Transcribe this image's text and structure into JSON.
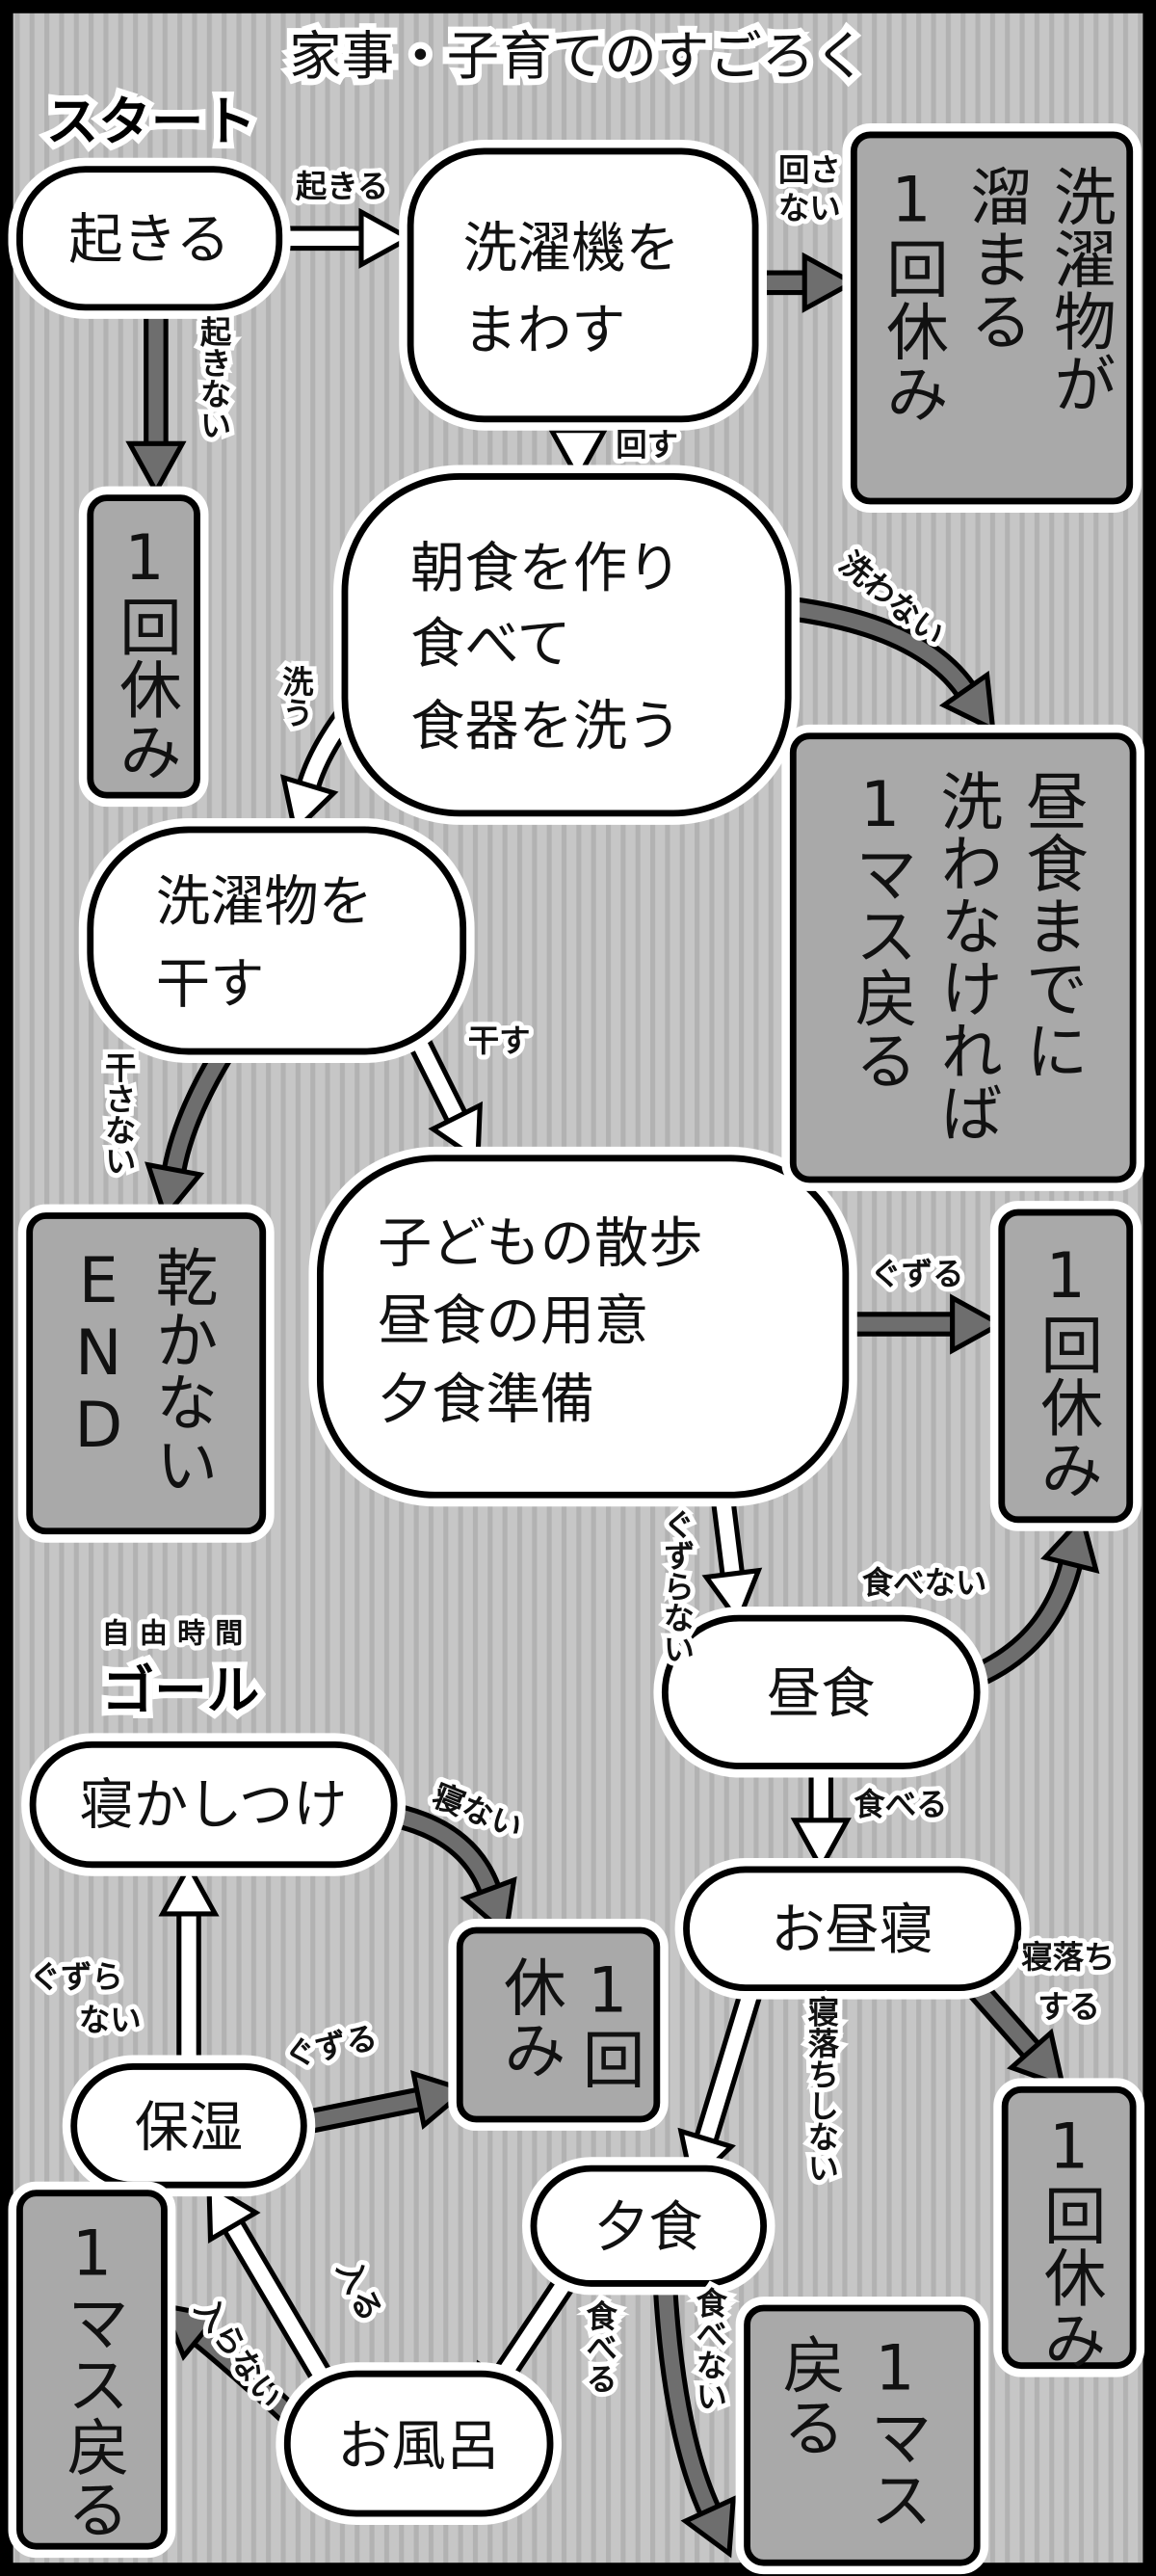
{
  "title": "家事・子育てのすごろく",
  "start_label": "スタート",
  "goal_label": "ゴール",
  "goal_note": "自由時間",
  "colors": {
    "background": "#c6c6c6",
    "stripe": "#b2b2b2",
    "box": "#a9a9a9",
    "gray_arrow": "#6e6e6e"
  },
  "nodes": {
    "wake": "起きる",
    "washer": [
      "洗濯機を",
      "まわす"
    ],
    "breakfast": [
      "朝食を作り",
      "食べて",
      "食器を洗う"
    ],
    "hang": [
      "洗濯物を",
      "干す"
    ],
    "childcare": [
      "子どもの散歩",
      "昼食の用意",
      "夕食準備"
    ],
    "lunch": "昼食",
    "nap": "お昼寝",
    "dinner": "夕食",
    "bath": "お風呂",
    "moisturize": "保湿",
    "bedtime": "寝かしつけ"
  },
  "boxes": {
    "laundry_pile": [
      "洗濯物が",
      "溜まる",
      "1回休み"
    ],
    "rest_wake": [
      "1回休み"
    ],
    "dishes_back": [
      "昼食までに",
      "洗わなければ",
      "1マス戻る"
    ],
    "dry_end": [
      "乾かない",
      "END"
    ],
    "rest_fuss": [
      "1回休み"
    ],
    "rest_nap": [
      "1回休み"
    ],
    "dinner_back": [
      "1マス",
      "戻る"
    ],
    "bath_back": [
      "1マス戻る"
    ],
    "rest_moist": [
      "1回",
      "休み"
    ]
  },
  "labels": {
    "wake_yes": "起きる",
    "wake_no": "起きない",
    "wash_no": [
      "回さ",
      "ない"
    ],
    "wash_yes": "回す",
    "dishes_no": "洗わない",
    "dishes_yes": "洗う",
    "hang_yes": "干す",
    "hang_no": "干さない",
    "fuss": "ぐずる",
    "no_fuss": "ぐずらない",
    "lunch_no": "食べない",
    "lunch_yes": "食べる",
    "nap_sleep": [
      "寝落ち",
      "する"
    ],
    "nap_nosleep": "寝落ちしない",
    "dinner_yes": "食べる",
    "dinner_no": "食べない",
    "bath_no": "入らない",
    "bath_yes": "入る",
    "moist_fuss": "ぐずる",
    "moist_nofuss": [
      "ぐずら",
      "ない"
    ],
    "bed_no": "寝ない"
  }
}
